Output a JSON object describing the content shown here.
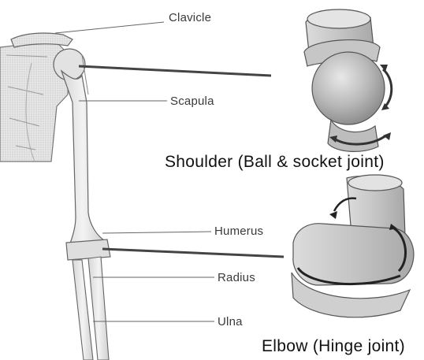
{
  "labels": {
    "clavicle": "Clavicle",
    "scapula": "Scapula",
    "humerus": "Humerus",
    "radius": "Radius",
    "ulna": "Ulna"
  },
  "captions": {
    "shoulder": "Shoulder (Ball & socket joint)",
    "elbow": "Elbow (Hinge joint)"
  }
}
